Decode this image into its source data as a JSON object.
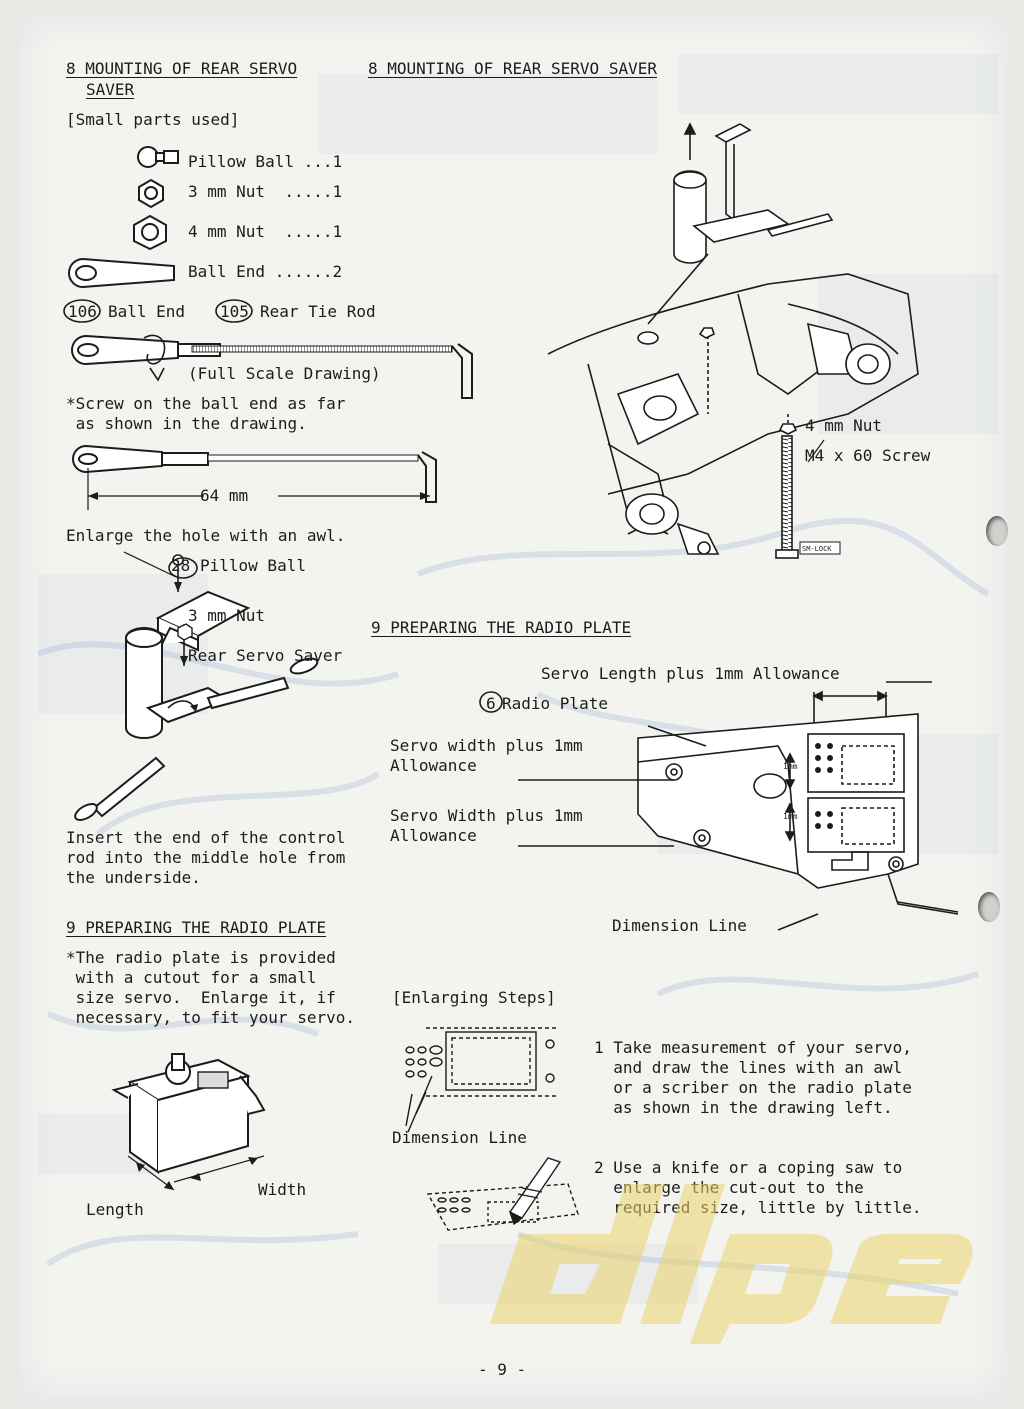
{
  "left": {
    "section8_title_1": "8 MOUNTING OF REAR SERVO",
    "section8_title_2": "SAVER",
    "small_parts_used": "[Small parts used]",
    "parts": [
      "Pillow Ball ...1",
      "3 mm Nut  .....1",
      "4 mm Nut  .....1",
      "Ball End ......2"
    ],
    "ball_end_num": "106",
    "ball_end_label": "Ball End",
    "rear_tie_rod_num": "105",
    "rear_tie_rod_label": "Rear Tie Rod",
    "full_scale": "(Full Scale Drawing)",
    "screw_note_1": "*Screw on the ball end as far",
    "screw_note_2": " as shown in the drawing.",
    "dimension_64": "64 mm",
    "enlarge_hole": "Enlarge the hole with an awl.",
    "pillow_num": "28",
    "pillow_label": "Pillow Ball",
    "nut3_label": "3 mm Nut",
    "rear_servo_saver": "Rear Servo Saver",
    "insert_1": "Insert the end of the control",
    "insert_2": "rod into the middle hole from",
    "insert_3": "the underside.",
    "section9_title": "9 PREPARING THE RADIO PLATE",
    "radio_note_1": "*The radio plate is provided",
    "radio_note_2": " with a cutout for a small",
    "radio_note_3": " size servo.  Enlarge it, if",
    "radio_note_4": " necessary, to fit your servo.",
    "length_label": "Length",
    "width_label": "Width"
  },
  "right": {
    "section8_title": "8 MOUNTING OF REAR SERVO SAVER",
    "nut4_label": "4 mm Nut",
    "screw_label": "M4 x 60 Screw",
    "sm_lock": "SM-LOCK",
    "section9_title": "9 PREPARING THE RADIO PLATE",
    "servo_length": "Servo Length plus 1mm Allowance",
    "radio_plate_num": "6",
    "radio_plate_label": "Radio Plate",
    "servo_width_1a": "Servo width plus 1mm",
    "servo_width_1b": "Allowance",
    "servo_width_2a": "Servo Width plus 1mm",
    "servo_width_2b": "Allowance",
    "mm_label": "1mm",
    "dimension_line": "Dimension Line",
    "enlarging_steps": "[Enlarging Steps]",
    "dimension_line_2": "Dimension Line",
    "step1_1": "1 Take measurement of your servo,",
    "step1_2": "  and draw the lines with an awl",
    "step1_3": "  or a scriber on the radio plate",
    "step1_4": "  as shown in the drawing left.",
    "step2_1": "2 Use a knife or a coping saw to",
    "step2_2": "  enlarge the cut-out to the",
    "step2_3": "  required size, little by little."
  },
  "footer": {
    "page_number": "- 9 -"
  },
  "colors": {
    "ink": "#1c1c1c",
    "ghost": "#6f8fc8",
    "logo": "#e9d46a"
  }
}
